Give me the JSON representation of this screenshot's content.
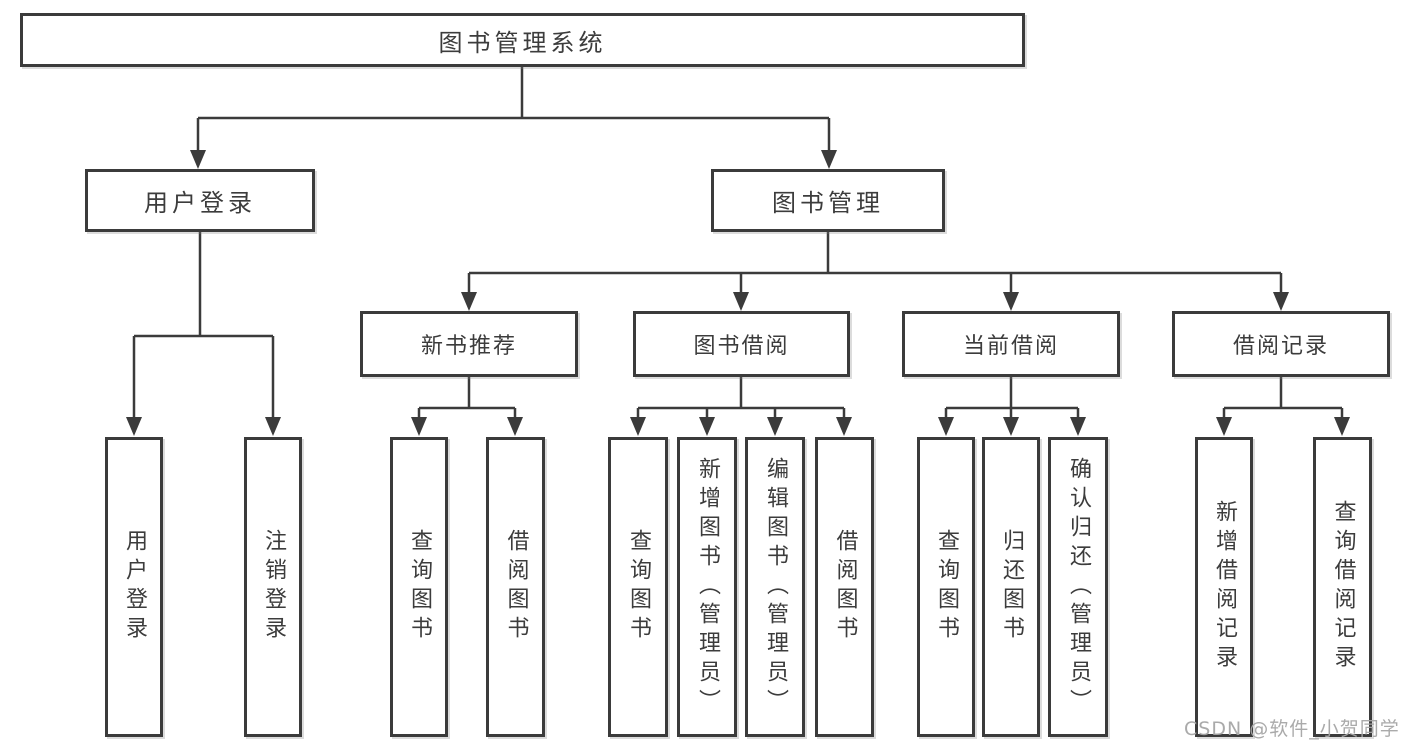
{
  "diagram": {
    "title": "图书管理系统",
    "branches": [
      {
        "label": "用户登录",
        "children": [
          {
            "label": "用户登录"
          },
          {
            "label": "注销登录"
          }
        ]
      },
      {
        "label": "图书管理",
        "children": [
          {
            "label": "新书推荐",
            "children": [
              {
                "label": "查询图书"
              },
              {
                "label": "借阅图书"
              }
            ]
          },
          {
            "label": "图书借阅",
            "children": [
              {
                "label": "查询图书"
              },
              {
                "label": "新增图书（管理员）"
              },
              {
                "label": "编辑图书（管理员）"
              },
              {
                "label": "借阅图书"
              }
            ]
          },
          {
            "label": "当前借阅",
            "children": [
              {
                "label": "查询图书"
              },
              {
                "label": "归还图书"
              },
              {
                "label": "确认归还（管理员）"
              }
            ]
          },
          {
            "label": "借阅记录",
            "children": [
              {
                "label": "新增借阅记录"
              },
              {
                "label": "查询借阅记录"
              }
            ]
          }
        ]
      }
    ]
  },
  "watermark": {
    "text": "CSDN @软件_小贺同学"
  },
  "colors": {
    "line": "#3b3b3b",
    "box_border": "#3b3b3b",
    "text": "#3c3c3c",
    "background": "#ffffff",
    "watermark": "#a5a5a5"
  }
}
